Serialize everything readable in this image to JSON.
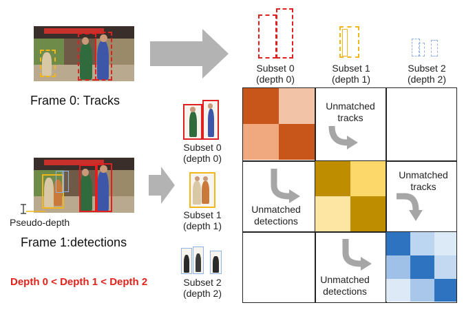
{
  "frame0": {
    "caption": "Frame 0: Tracks",
    "arrow_color": "#b3b3b3"
  },
  "frame1": {
    "caption": "Frame 1:detections",
    "pseudo_depth_label": "Pseudo-depth"
  },
  "depth_order": {
    "text": "Depth 0 < Depth 1 < Depth 2",
    "color": "#e0221b"
  },
  "track_subsets": [
    {
      "line1": "Subset 0",
      "line2": "(depth 0)",
      "color": "#e02020"
    },
    {
      "line1": "Subset 1",
      "line2": "(depth 1)",
      "color": "#f2b619"
    },
    {
      "line1": "Subset 2",
      "line2": "(depth 2)",
      "color": "#8fb4e3"
    }
  ],
  "detection_subsets": [
    {
      "line1": "Subset 0",
      "line2": "(depth 0)",
      "color": "#e02020"
    },
    {
      "line1": "Subset 1",
      "line2": "(depth 1)",
      "color": "#f2b619"
    },
    {
      "line1": "Subset 2",
      "line2": "(depth 2)",
      "color": "#8fb4e3"
    }
  ],
  "matrix": {
    "block0_colors": [
      "#c8561a",
      "#f2c3a6",
      "#f0a97f",
      "#c8561a"
    ],
    "block1_colors": [
      "#bf8e00",
      "#fcd76a",
      "#fde5a3",
      "#bf8e00"
    ],
    "block2_colors": [
      "#2e73bf",
      "#bcd5f0",
      "#dce9f7",
      "#9fc1e7",
      "#2e73bf",
      "#c2d9f1",
      "#dde9f7",
      "#a8c7ea",
      "#2e73bf"
    ],
    "notes": {
      "unmatched_tracks_1_line1": "Unmatched",
      "unmatched_tracks_1_line2": "tracks",
      "unmatched_tracks_2_line1": "Unmatched",
      "unmatched_tracks_2_line2": "tracks",
      "unmatched_dets_1_line1": "Unmatched",
      "unmatched_dets_1_line2": "detections",
      "unmatched_dets_2_line1": "Unmatched",
      "unmatched_dets_2_line2": "detections"
    }
  }
}
